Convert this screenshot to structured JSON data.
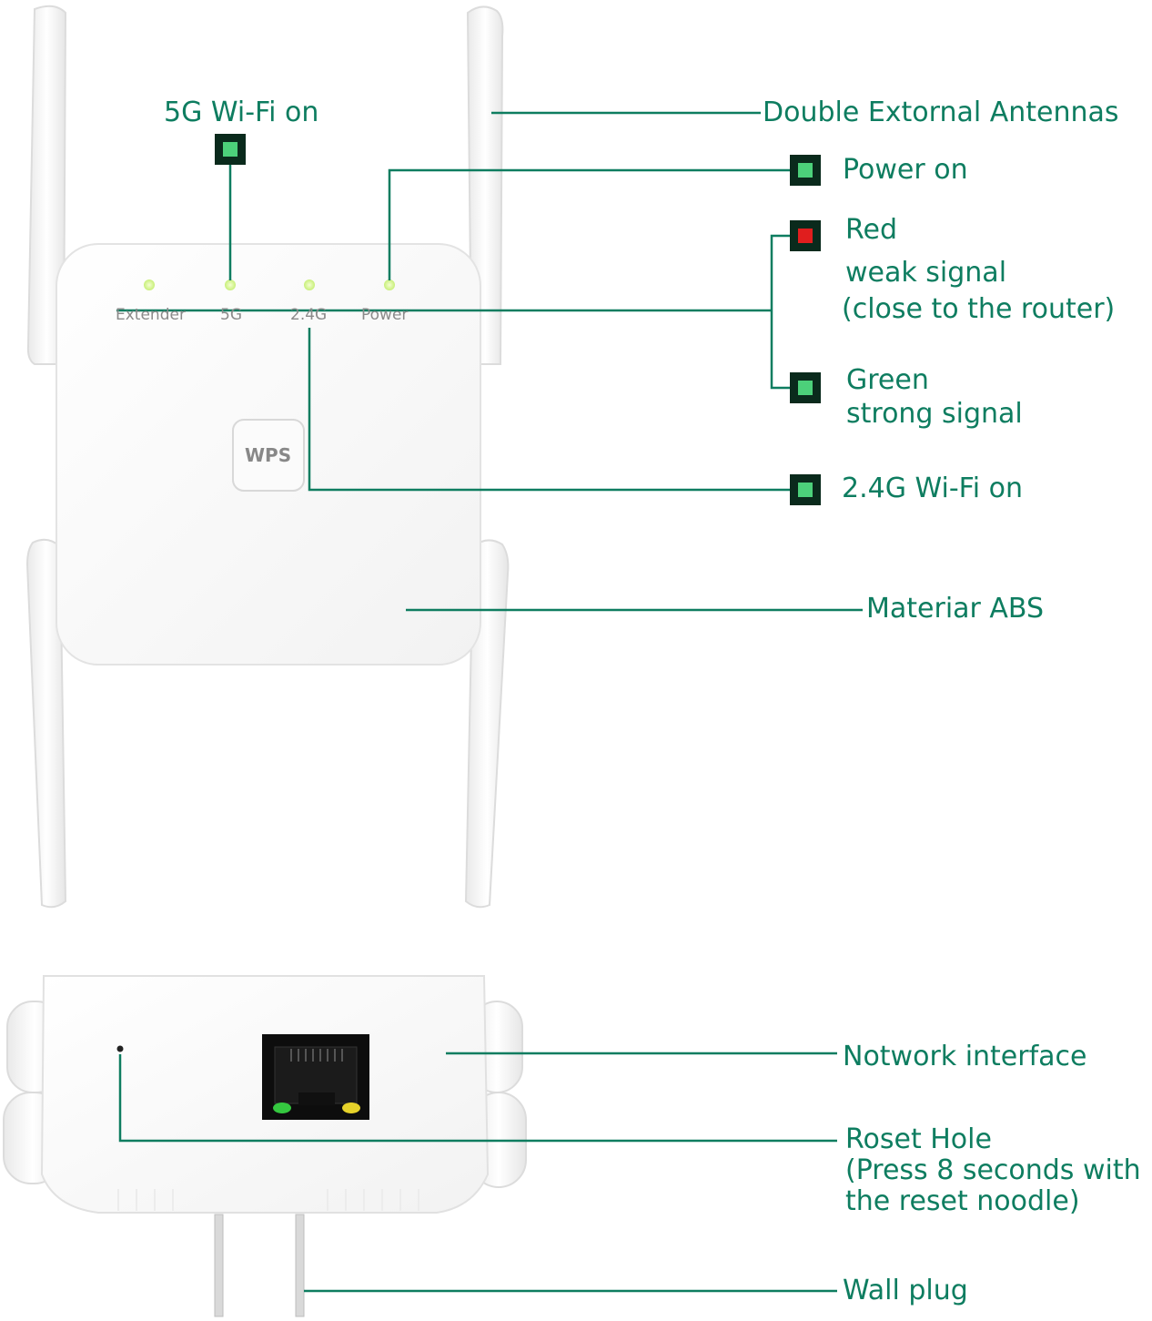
{
  "device": {
    "led_labels": [
      "Extender",
      "5G",
      "2.4G",
      "Power"
    ],
    "wps_label": "WPS"
  },
  "callouts": {
    "wifi_5g": "5G Wi-Fi on",
    "antennas": "Double Extornal Antennas",
    "power": "Power on",
    "red_title": "Red",
    "red_desc_1": "weak signal",
    "red_desc_2": "(close to the router)",
    "green_title": "Green",
    "green_desc": "strong signal",
    "wifi_24g": "2.4G Wi-Fi on",
    "material": "Materiar ABS",
    "network": "Notwork interface",
    "reset_1": "Roset Hole",
    "reset_2": "(Press 8 seconds with",
    "reset_3": "the reset noodle)",
    "plug": "Wall plug"
  },
  "colors": {
    "callout_text": "#0e7d60",
    "led_green": "#4cd07a",
    "led_red": "#e01e1e",
    "led_frame": "#0a2a1c"
  },
  "icons": {
    "status_indicator": "square-led-icon",
    "ethernet_port": "rj45-port-icon"
  }
}
